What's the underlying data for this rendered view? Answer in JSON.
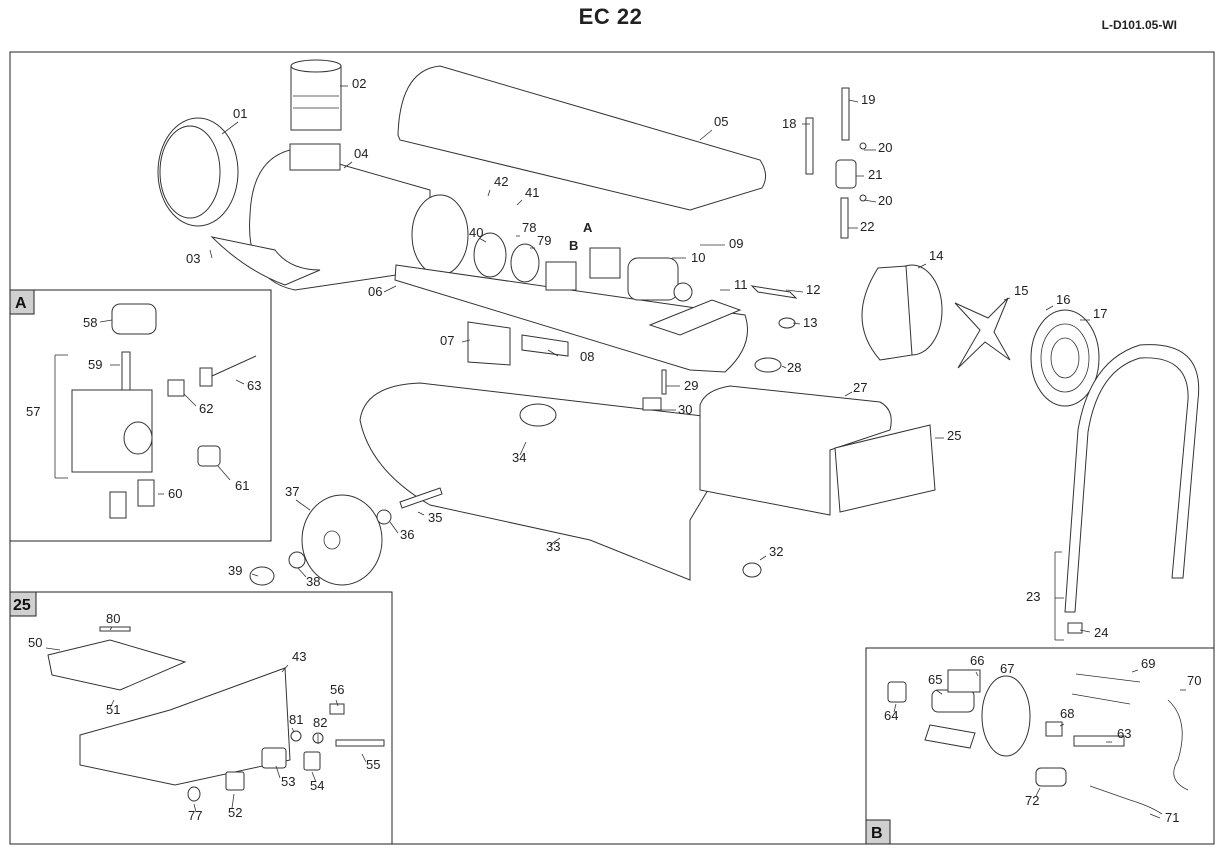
{
  "header": {
    "title": "EC 22",
    "doc_ref": "L-D101.05-WI"
  },
  "sections": {
    "A": "A",
    "B": "B",
    "panel25": "25"
  },
  "parts": [
    {
      "id": "01",
      "text": "01"
    },
    {
      "id": "02",
      "text": "02"
    },
    {
      "id": "03",
      "text": "03"
    },
    {
      "id": "04",
      "text": "04"
    },
    {
      "id": "05",
      "text": "05"
    },
    {
      "id": "06",
      "text": "06"
    },
    {
      "id": "07",
      "text": "07"
    },
    {
      "id": "08",
      "text": "08"
    },
    {
      "id": "09",
      "text": "09"
    },
    {
      "id": "10",
      "text": "10"
    },
    {
      "id": "11",
      "text": "11"
    },
    {
      "id": "12",
      "text": "12"
    },
    {
      "id": "13",
      "text": "13"
    },
    {
      "id": "14",
      "text": "14"
    },
    {
      "id": "15",
      "text": "15"
    },
    {
      "id": "16",
      "text": "16"
    },
    {
      "id": "17",
      "text": "17"
    },
    {
      "id": "18",
      "text": "18"
    },
    {
      "id": "19",
      "text": "19"
    },
    {
      "id": "20a",
      "text": "20"
    },
    {
      "id": "20b",
      "text": "20"
    },
    {
      "id": "21",
      "text": "21"
    },
    {
      "id": "22",
      "text": "22"
    },
    {
      "id": "23",
      "text": "23"
    },
    {
      "id": "24",
      "text": "24"
    },
    {
      "id": "25",
      "text": "25"
    },
    {
      "id": "27",
      "text": "27"
    },
    {
      "id": "28",
      "text": "28"
    },
    {
      "id": "29",
      "text": "29"
    },
    {
      "id": "30",
      "text": "30"
    },
    {
      "id": "32",
      "text": "32"
    },
    {
      "id": "33",
      "text": "33"
    },
    {
      "id": "34",
      "text": "34"
    },
    {
      "id": "35",
      "text": "35"
    },
    {
      "id": "36",
      "text": "36"
    },
    {
      "id": "37",
      "text": "37"
    },
    {
      "id": "38",
      "text": "38"
    },
    {
      "id": "39",
      "text": "39"
    },
    {
      "id": "40",
      "text": "40"
    },
    {
      "id": "41",
      "text": "41"
    },
    {
      "id": "42",
      "text": "42"
    },
    {
      "id": "78",
      "text": "78"
    },
    {
      "id": "79",
      "text": "79"
    },
    {
      "id": "mA",
      "text": "A"
    },
    {
      "id": "mB",
      "text": "B"
    },
    {
      "id": "57",
      "text": "57"
    },
    {
      "id": "58",
      "text": "58"
    },
    {
      "id": "59",
      "text": "59"
    },
    {
      "id": "60",
      "text": "60"
    },
    {
      "id": "61",
      "text": "61"
    },
    {
      "id": "62",
      "text": "62"
    },
    {
      "id": "63a",
      "text": "63"
    },
    {
      "id": "43",
      "text": "43"
    },
    {
      "id": "50",
      "text": "50"
    },
    {
      "id": "51",
      "text": "51"
    },
    {
      "id": "52",
      "text": "52"
    },
    {
      "id": "53",
      "text": "53"
    },
    {
      "id": "54",
      "text": "54"
    },
    {
      "id": "55",
      "text": "55"
    },
    {
      "id": "56",
      "text": "56"
    },
    {
      "id": "77",
      "text": "77"
    },
    {
      "id": "80",
      "text": "80"
    },
    {
      "id": "81",
      "text": "81"
    },
    {
      "id": "82",
      "text": "82"
    },
    {
      "id": "63b",
      "text": "63"
    },
    {
      "id": "64",
      "text": "64"
    },
    {
      "id": "65",
      "text": "65"
    },
    {
      "id": "66",
      "text": "66"
    },
    {
      "id": "67",
      "text": "67"
    },
    {
      "id": "68",
      "text": "68"
    },
    {
      "id": "69",
      "text": "69"
    },
    {
      "id": "70",
      "text": "70"
    },
    {
      "id": "71",
      "text": "71"
    },
    {
      "id": "72",
      "text": "72"
    }
  ]
}
